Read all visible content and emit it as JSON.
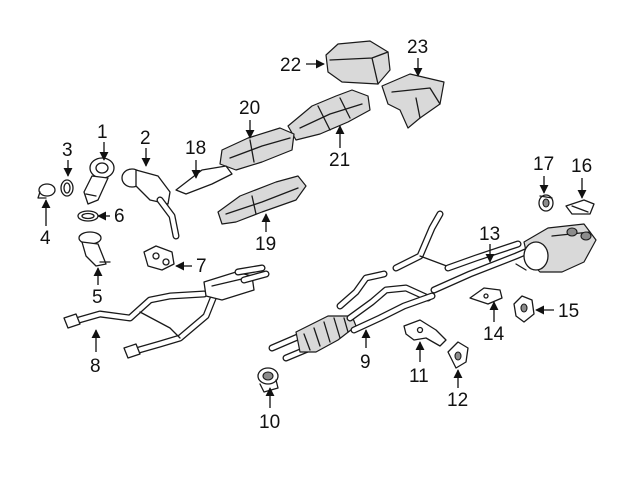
{
  "diagram": {
    "callouts": [
      {
        "id": "1",
        "label": "1"
      },
      {
        "id": "2",
        "label": "2"
      },
      {
        "id": "3",
        "label": "3"
      },
      {
        "id": "4",
        "label": "4"
      },
      {
        "id": "5",
        "label": "5"
      },
      {
        "id": "6",
        "label": "6"
      },
      {
        "id": "7",
        "label": "7"
      },
      {
        "id": "8",
        "label": "8"
      },
      {
        "id": "9",
        "label": "9"
      },
      {
        "id": "10",
        "label": "10"
      },
      {
        "id": "11",
        "label": "11"
      },
      {
        "id": "12",
        "label": "12"
      },
      {
        "id": "13",
        "label": "13"
      },
      {
        "id": "14",
        "label": "14"
      },
      {
        "id": "15",
        "label": "15"
      },
      {
        "id": "16",
        "label": "16"
      },
      {
        "id": "17",
        "label": "17"
      },
      {
        "id": "18",
        "label": "18"
      },
      {
        "id": "19",
        "label": "19"
      },
      {
        "id": "20",
        "label": "20"
      },
      {
        "id": "21",
        "label": "21"
      },
      {
        "id": "22",
        "label": "22"
      },
      {
        "id": "23",
        "label": "23"
      }
    ]
  }
}
